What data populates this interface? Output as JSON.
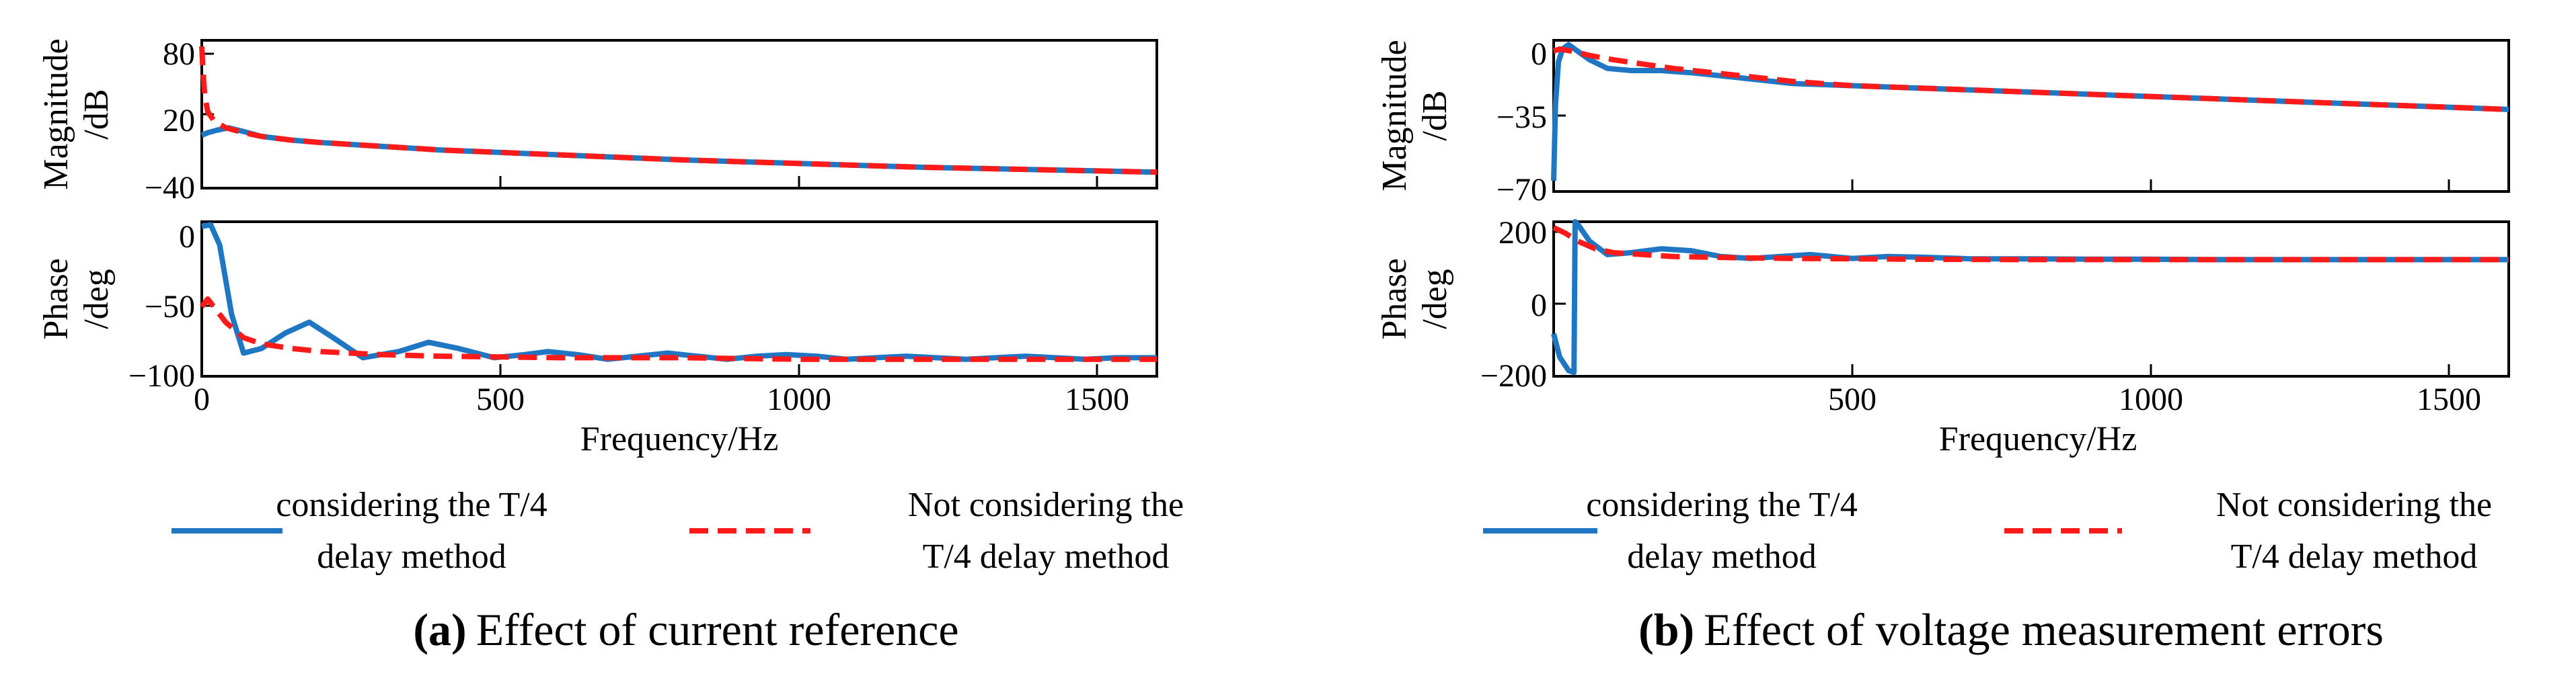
{
  "legend": {
    "considering_line1": "considering the T/4",
    "considering_line2": "delay method",
    "not_line1": "Not considering the",
    "not_line2": "T/4 delay method"
  },
  "colors": {
    "considering": "#1f77c4",
    "not_considering": "#ff1a1a",
    "axes": "#000000"
  },
  "panels": {
    "a": {
      "caption_letter": "(a)",
      "caption_text": "Effect of current reference",
      "mag_ylabel_1": "Magnitude",
      "mag_ylabel_2": "/dB",
      "phase_ylabel_1": "Phase",
      "phase_ylabel_2": "/deg",
      "xlabel": "Frequency/Hz",
      "mag_ticks": [
        "80",
        "20",
        "−40"
      ],
      "phase_ticks": [
        "0",
        "−50",
        "−100"
      ],
      "x_ticks": [
        "0",
        "500",
        "1000",
        "1500"
      ]
    },
    "b": {
      "caption_letter": "(b)",
      "caption_text": "Effect of voltage measurement errors",
      "mag_ylabel_1": "Magnitude",
      "mag_ylabel_2": "/dB",
      "phase_ylabel_1": "Phase",
      "phase_ylabel_2": "/deg",
      "xlabel": "Frequency/Hz",
      "mag_ticks": [
        "0",
        "−35",
        "−70"
      ],
      "phase_ticks": [
        "200",
        "0",
        "−200"
      ],
      "x_ticks": [
        "500",
        "1000",
        "1500"
      ]
    }
  },
  "chart_data": [
    {
      "type": "line",
      "panel": "a",
      "subplot": "magnitude",
      "xlim": [
        0,
        1600
      ],
      "ylim": [
        -40,
        80
      ],
      "grid": false,
      "series": [
        {
          "name": "considering the T/4 delay method",
          "x": [
            0,
            10,
            25,
            45,
            70,
            100,
            150,
            200,
            300,
            400,
            600,
            800,
            1000,
            1200,
            1400,
            1600
          ],
          "y": [
            3,
            5,
            7,
            9,
            6,
            2,
            -1,
            -3,
            -6,
            -9,
            -13,
            -17,
            -20,
            -23,
            -25,
            -27
          ]
        },
        {
          "name": "Not considering the T/4 delay method",
          "x": [
            0,
            2,
            5,
            10,
            20,
            40,
            70,
            100,
            150,
            200,
            300,
            400,
            600,
            800,
            1000,
            1200,
            1400,
            1600
          ],
          "y": [
            75,
            55,
            35,
            22,
            15,
            9,
            5,
            2,
            -1,
            -3,
            -6,
            -9,
            -13,
            -17,
            -20,
            -23,
            -25,
            -27
          ]
        }
      ]
    },
    {
      "type": "line",
      "panel": "a",
      "subplot": "phase",
      "xlim": [
        0,
        1600
      ],
      "ylim": [
        -100,
        0
      ],
      "grid": false,
      "series": [
        {
          "name": "considering the T/4 delay method",
          "x": [
            0,
            15,
            30,
            50,
            70,
            100,
            140,
            180,
            220,
            270,
            330,
            380,
            430,
            490,
            540,
            580,
            630,
            680,
            730,
            780,
            830,
            880,
            930,
            980,
            1030,
            1080,
            1130,
            1180,
            1230,
            1280,
            1330,
            1380,
            1430,
            1480,
            1530,
            1600
          ],
          "y": [
            -3,
            -2,
            -15,
            -60,
            -85,
            -82,
            -72,
            -65,
            -75,
            -88,
            -84,
            -78,
            -82,
            -88,
            -86,
            -84,
            -86,
            -89,
            -87,
            -85,
            -87,
            -89,
            -87,
            -86,
            -87,
            -89,
            -88,
            -87,
            -88,
            -89,
            -88,
            -87,
            -88,
            -89,
            -88,
            -88
          ]
        },
        {
          "name": "Not considering the T/4 delay method",
          "x": [
            0,
            10,
            20,
            40,
            70,
            100,
            150,
            200,
            300,
            400,
            600,
            800,
            1000,
            1200,
            1400,
            1600
          ],
          "y": [
            -55,
            -50,
            -55,
            -65,
            -75,
            -79,
            -82,
            -84,
            -86,
            -87,
            -88,
            -88,
            -89,
            -89,
            -89,
            -89
          ]
        }
      ]
    },
    {
      "type": "line",
      "panel": "b",
      "subplot": "magnitude",
      "xlim": [
        0,
        1600
      ],
      "ylim": [
        -70,
        0
      ],
      "grid": false,
      "series": [
        {
          "name": "considering the T/4 delay method",
          "x": [
            0,
            3,
            8,
            15,
            25,
            40,
            60,
            90,
            130,
            180,
            230,
            300,
            400,
            500,
            600,
            700,
            800,
            900,
            1000,
            1100,
            1200,
            1300,
            1400,
            1500,
            1600
          ],
          "y": [
            -65,
            -30,
            -10,
            -4,
            -2,
            -5,
            -9,
            -13,
            -14,
            -14,
            -15,
            -17,
            -20,
            -21,
            -22,
            -23,
            -24,
            -25,
            -26,
            -27,
            -28,
            -29,
            -30,
            -31,
            -32
          ]
        },
        {
          "name": "Not considering the T/4 delay method",
          "x": [
            0,
            10,
            30,
            60,
            100,
            150,
            200,
            300,
            400,
            500,
            600,
            700,
            800,
            900,
            1000,
            1100,
            1200,
            1300,
            1400,
            1500,
            1600
          ],
          "y": [
            -5,
            -4,
            -5,
            -7,
            -9,
            -11,
            -13,
            -16,
            -19,
            -21,
            -22,
            -23,
            -24,
            -25,
            -26,
            -27,
            -28,
            -29,
            -30,
            -31,
            -32
          ]
        }
      ]
    },
    {
      "type": "line",
      "panel": "b",
      "subplot": "phase",
      "xlim": [
        0,
        1600
      ],
      "ylim": [
        -200,
        200
      ],
      "grid": false,
      "series": [
        {
          "name": "considering the T/4 delay method",
          "x": [
            0,
            10,
            25,
            34,
            36,
            42,
            60,
            90,
            130,
            180,
            230,
            280,
            330,
            380,
            430,
            500,
            560,
            620,
            700,
            800,
            900,
            1000,
            1100,
            1200,
            1300,
            1400,
            1500,
            1600
          ],
          "y": [
            -90,
            -150,
            -185,
            -190,
            200,
            190,
            150,
            115,
            120,
            130,
            125,
            110,
            105,
            110,
            115,
            105,
            110,
            108,
            104,
            104,
            103,
            103,
            102,
            102,
            102,
            102,
            102,
            102
          ]
        },
        {
          "name": "Not considering the T/4 delay method",
          "x": [
            0,
            20,
            40,
            70,
            100,
            150,
            200,
            300,
            400,
            500,
            600,
            800,
            1000,
            1200,
            1400,
            1600
          ],
          "y": [
            185,
            170,
            150,
            130,
            120,
            115,
            110,
            107,
            105,
            104,
            103,
            102,
            102,
            102,
            102,
            102
          ]
        }
      ]
    }
  ]
}
